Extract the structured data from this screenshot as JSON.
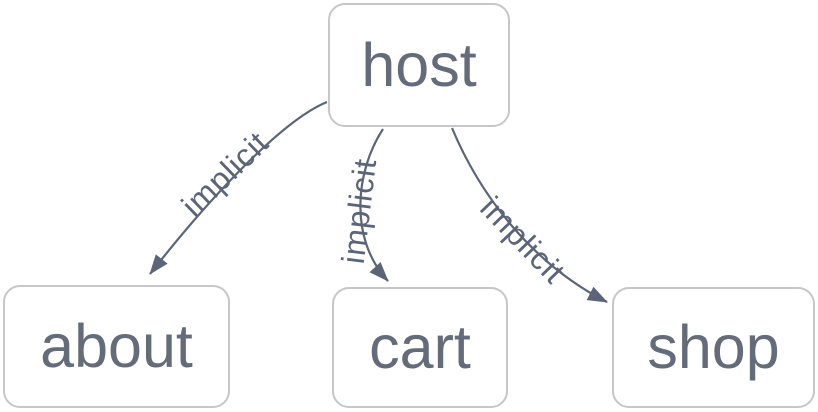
{
  "diagram": {
    "type": "directed-graph",
    "nodes": [
      {
        "id": "host",
        "label": "host"
      },
      {
        "id": "about",
        "label": "about"
      },
      {
        "id": "cart",
        "label": "cart"
      },
      {
        "id": "shop",
        "label": "shop"
      }
    ],
    "edges": [
      {
        "from": "host",
        "to": "about",
        "label": "implicit"
      },
      {
        "from": "host",
        "to": "cart",
        "label": "implicit"
      },
      {
        "from": "host",
        "to": "shop",
        "label": "implicit"
      }
    ],
    "colors": {
      "node_border": "#c5c7cb",
      "node_fill": "#ffffff",
      "node_text": "#646c7a",
      "edge": "#5b6577",
      "edge_label": "#5b6577",
      "background": "#ffffff"
    }
  }
}
